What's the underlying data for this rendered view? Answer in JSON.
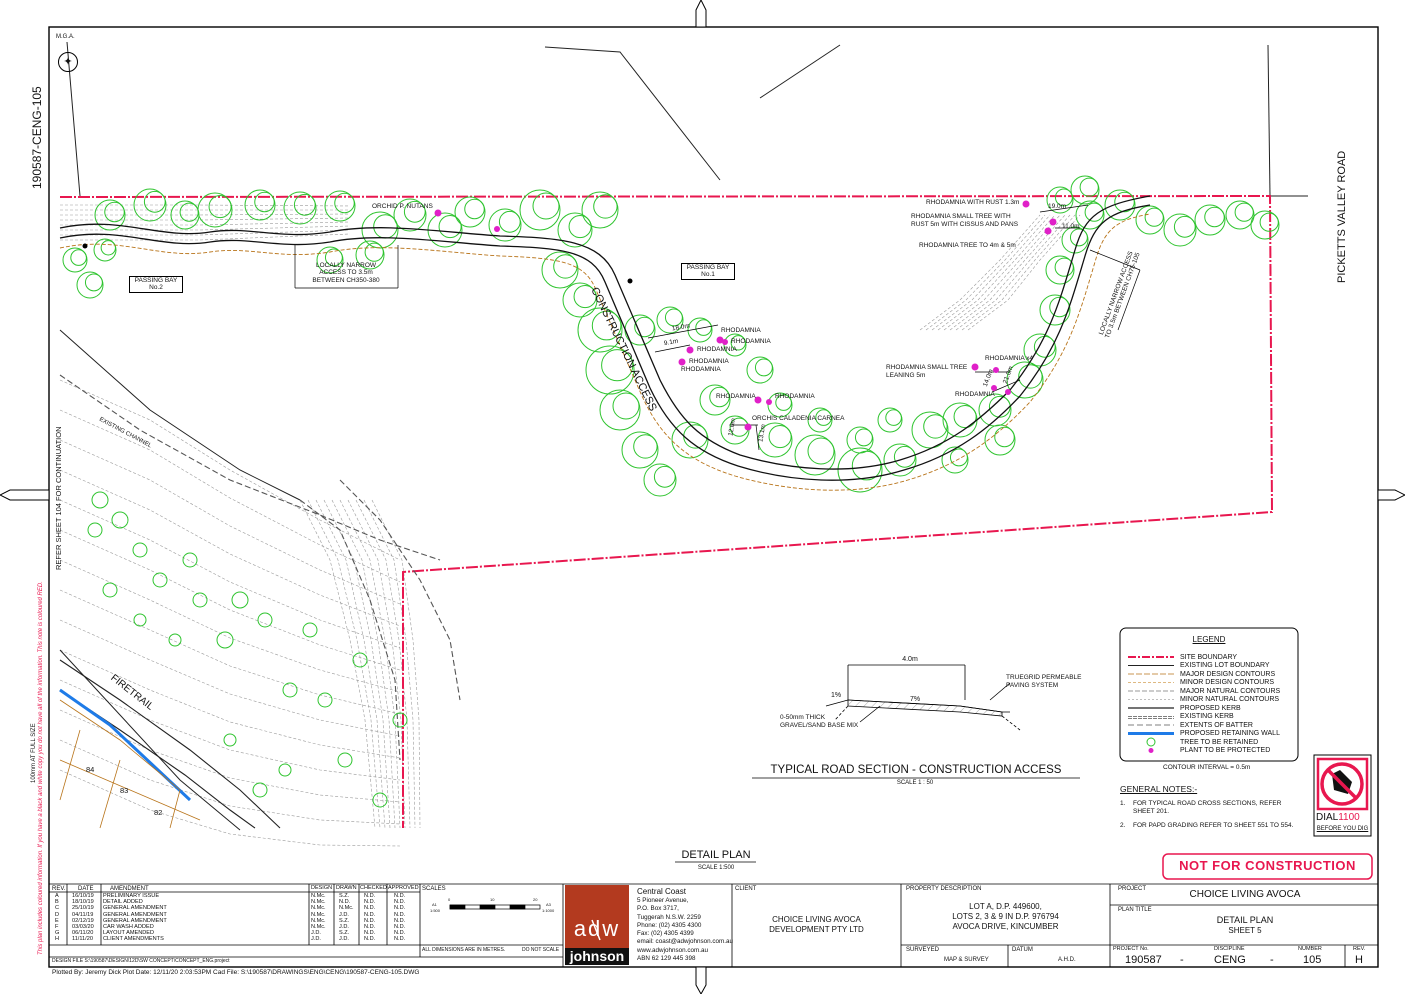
{
  "drawing_ref": "190587-CENG-105",
  "north_label": "M.G.A.",
  "road_name": "PICKETTS VALLEY ROAD",
  "continuation_note": "REFER SHEET 104 FOR CONTINUATION",
  "side_note_red": "This plan includes coloured information. If you have a black and white copy you do not have all of the information. This note is coloured RED.",
  "full_size_note": "100mm AT FULL SIZE",
  "map_labels": {
    "orchid_nutans": "ORCHID P. NUTANS",
    "locally_narrow_1": [
      "LOCALLY NARROW",
      "ACCESS TO 3.5m",
      "BETWEEN CH350-380"
    ],
    "passing_bay_2": [
      "PASSING BAY",
      "No.2"
    ],
    "passing_bay_1": [
      "PASSING BAY",
      "No.1"
    ],
    "construction_access": "CONSTRUCTION ACCESS",
    "existing_channel": "EXISTING CHANNEL",
    "firetrail": "FIRETRAIL",
    "rhodamnia": "RHODAMNIA",
    "rhodamnia_x4": "RHODAMNIA x4",
    "orchis_caladenia": "ORCHIS CALADENIA CARNEA",
    "rhodamnia_rust": "RHODAMNIA WITH RUST 1.3m",
    "rhodamnia_small_rust": [
      "RHODAMNIA SMALL TREE WITH",
      "RUST 5m WITH CISSUS AND PANS"
    ],
    "rhodamnia_tree": "RHODAMNIA TREE TO 4m & 5m",
    "rhodamnia_leaning": [
      "RHODAMNIA SMALL TREE",
      "LEANING 5m"
    ],
    "locally_narrow_2": [
      "LOCALLY NARROW ACCESS",
      "TO 3.5m BETWEEN CH75-105"
    ],
    "lot_numbers": [
      "84",
      "83",
      "82"
    ],
    "dims": [
      "18.0m",
      "9.1m",
      "12.0m",
      "13.1m",
      "19.0m",
      "11.0m",
      "14.0m",
      "21.0m"
    ]
  },
  "section": {
    "title": "TYPICAL ROAD SECTION - CONSTRUCTION ACCESS",
    "scale": "SCALE 1 : 50",
    "width": "4.0m",
    "slope_left": "1%",
    "slope_right": "7%",
    "note_paving": [
      "TRUEGRID PERMEABLE",
      "PAVING SYSTEM"
    ],
    "note_gravel": [
      "0-50mm THICK",
      "GRAVEL/SAND BASE MIX"
    ]
  },
  "legend": {
    "title": "LEGEND",
    "items": [
      {
        "label": "SITE BOUNDARY",
        "style": "site",
        "color": "#e8174f"
      },
      {
        "label": "EXISTING LOT BOUNDARY",
        "style": "lot",
        "color": "#222222"
      },
      {
        "label": "MAJOR DESIGN CONTOURS",
        "style": "majd",
        "color": "#b8741a"
      },
      {
        "label": "MINOR DESIGN CONTOURS",
        "style": "mind",
        "color": "#d4a25a"
      },
      {
        "label": "MAJOR NATURAL CONTOURS",
        "style": "majn",
        "color": "#777777"
      },
      {
        "label": "MINOR NATURAL CONTOURS",
        "style": "minn",
        "color": "#aaaaaa"
      },
      {
        "label": "PROPOSED KERB",
        "style": "kerb",
        "color": "#222222"
      },
      {
        "label": "EXISTING KERB",
        "style": "exkerb",
        "color": "#555555"
      },
      {
        "label": "EXTENTS OF BATTER",
        "style": "batter",
        "color": "#555555"
      },
      {
        "label": "PROPOSED RETAINING WALL",
        "style": "wall",
        "color": "#1e7be8"
      },
      {
        "label": "TREE TO BE RETAINED",
        "style": "tree",
        "color": "#2fc42f"
      },
      {
        "label": "PLANT TO BE PROTECTED",
        "style": "plant",
        "color": "#e020c8"
      }
    ],
    "contour_interval": "CONTOUR INTERVAL = 0.5m"
  },
  "general_notes": {
    "title": "GENERAL NOTES:-",
    "items": [
      [
        "1.",
        "FOR TYPICAL ROAD CROSS SECTIONS, REFER",
        "SHEET 201."
      ],
      [
        "2.",
        "FOR PAPD GRADING REFER TO SHEET 551 TO 554.",
        ""
      ]
    ]
  },
  "dial": {
    "label_a": "DIAL",
    "label_b": "1100",
    "sub": "BEFORE YOU DIG"
  },
  "not_for_construction": "NOT FOR CONSTRUCTION",
  "detail_plan": {
    "title": "DETAIL PLAN",
    "scale": "SCALE 1:500"
  },
  "title_block": {
    "headers": {
      "rev": "REV.",
      "date": "DATE",
      "amendment": "AMENDMENT",
      "design": "DESIGN",
      "drawn": "DRAWN",
      "checked": "CHECKED",
      "approved": "APPROVED",
      "scales": "SCALES"
    },
    "revisions": [
      {
        "rev": "A",
        "date": "16/10/19",
        "amendment": "PRELIMINARY ISSUE",
        "design": "N.Mc.",
        "drawn": "S.Z.",
        "checked": "N.D.",
        "approved": "N.D."
      },
      {
        "rev": "B",
        "date": "18/10/19",
        "amendment": "DETAIL ADDED",
        "design": "N.Mc.",
        "drawn": "N.D.",
        "checked": "N.D.",
        "approved": "N.D."
      },
      {
        "rev": "C",
        "date": "25/10/19",
        "amendment": "GENERAL AMENDMENT",
        "design": "N.Mc.",
        "drawn": "N.Mc.",
        "checked": "N.D.",
        "approved": "N.D."
      },
      {
        "rev": "D",
        "date": "04/11/19",
        "amendment": "GENERAL AMENDMENT",
        "design": "N.Mc.",
        "drawn": "J.D.",
        "checked": "N.D.",
        "approved": "N.D."
      },
      {
        "rev": "E",
        "date": "02/12/19",
        "amendment": "GENERAL AMENDMENT",
        "design": "N.Mc.",
        "drawn": "S.Z.",
        "checked": "N.D.",
        "approved": "N.D."
      },
      {
        "rev": "F",
        "date": "03/03/20",
        "amendment": "CAR WASH ADDED",
        "design": "N.Mc.",
        "drawn": "J.D.",
        "checked": "N.D.",
        "approved": "N.D."
      },
      {
        "rev": "G",
        "date": "06/11/20",
        "amendment": "LAYOUT AMENDED",
        "design": "J.D.",
        "drawn": "S.Z.",
        "checked": "N.D.",
        "approved": "N.D."
      },
      {
        "rev": "H",
        "date": "11/11/20",
        "amendment": "CLIENT AMENDMENTS",
        "design": "J.D.",
        "drawn": "J.D.",
        "checked": "N.D.",
        "approved": "N.D."
      }
    ],
    "scale_bar": {
      "a1": "A1",
      "a1_scale": "1:500",
      "a3": "A3",
      "a3_scale": "1:1000",
      "ticks": [
        "0",
        "10",
        "20"
      ]
    },
    "all_dims": "ALL DIMENSIONS ARE IN METRES.",
    "do_not_scale": "DO NOT SCALE",
    "design_file": "DESIGN FILE  S:\\190587\\DESIGN\\12D\\SW CONCEPT\\CONCEPT_ENG.project",
    "company_logo": {
      "line1": "adw",
      "line2": "johnson"
    },
    "company": [
      "Central Coast",
      "5 Pioneer Avenue,",
      "P.O. Box 3717,",
      "Tuggerah N.S.W. 2259",
      "Phone: (02) 4305 4300",
      "Fax:     (02) 4305 4399",
      "email: coast@adwjohnson.com.au",
      "www.adwjohnson.com.au",
      "ABN  62 129 445 398"
    ],
    "client_label": "CLIENT",
    "client": [
      "CHOICE LIVING AVOCA",
      "DEVELOPMENT PTY LTD"
    ],
    "property_label": "PROPERTY DESCRIPTION",
    "property": [
      "LOT A, D.P. 449600,",
      "LOTS 2, 3 & 9 IN D.P. 976794",
      "AVOCA DRIVE, KINCUMBER"
    ],
    "surveyed_label": "SURVEYED",
    "surveyed": "MAP & SURVEY",
    "datum_label": "DATUM",
    "datum": "A.H.D.",
    "project_label": "PROJECT",
    "project": "CHOICE LIVING AVOCA",
    "plan_title_label": "PLAN TITLE",
    "plan_title": [
      "DETAIL PLAN",
      "SHEET 5"
    ],
    "project_no_label": "PROJECT No.",
    "project_no": "190587",
    "discipline_label": "DISCIPLINE",
    "discipline": "CENG",
    "number_label": "NUMBER",
    "number": "105",
    "rev_label": "REV.",
    "rev": "H",
    "dash": "-"
  },
  "plotted": "Plotted By:  Jeremy Dick    Plot Date:  12/11/20  2:03:53PM    Cad File:  S:\\190587\\DRAWINGS\\ENG\\CENG\\190587-CENG-105.DWG"
}
